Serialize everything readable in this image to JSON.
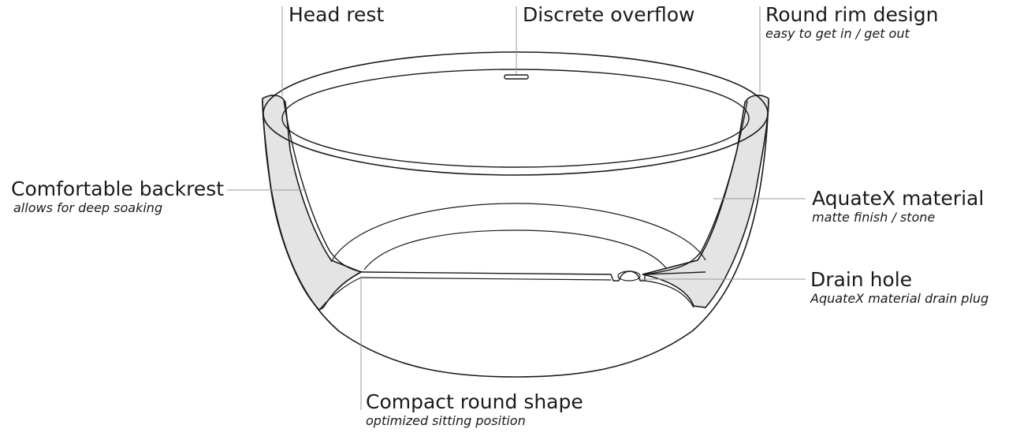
{
  "callouts": {
    "head_rest": {
      "title": "Head rest"
    },
    "discrete_overflow": {
      "title": "Discrete overflow"
    },
    "round_rim": {
      "title": "Round rim design",
      "subtitle": "easy to get in / get out"
    },
    "backrest": {
      "title": "Comfortable backrest",
      "subtitle": "allows for deep soaking"
    },
    "material": {
      "title": "AquateX material",
      "subtitle": "matte finish / stone"
    },
    "drain": {
      "title": "Drain hole",
      "subtitle": "AquateX material drain plug"
    },
    "shape": {
      "title": "Compact round shape",
      "subtitle": "optimized sitting position"
    }
  },
  "colors": {
    "outline": "#1a1a1a",
    "leader": "#9a9a9a",
    "section_fill": "#e4e4e4"
  }
}
